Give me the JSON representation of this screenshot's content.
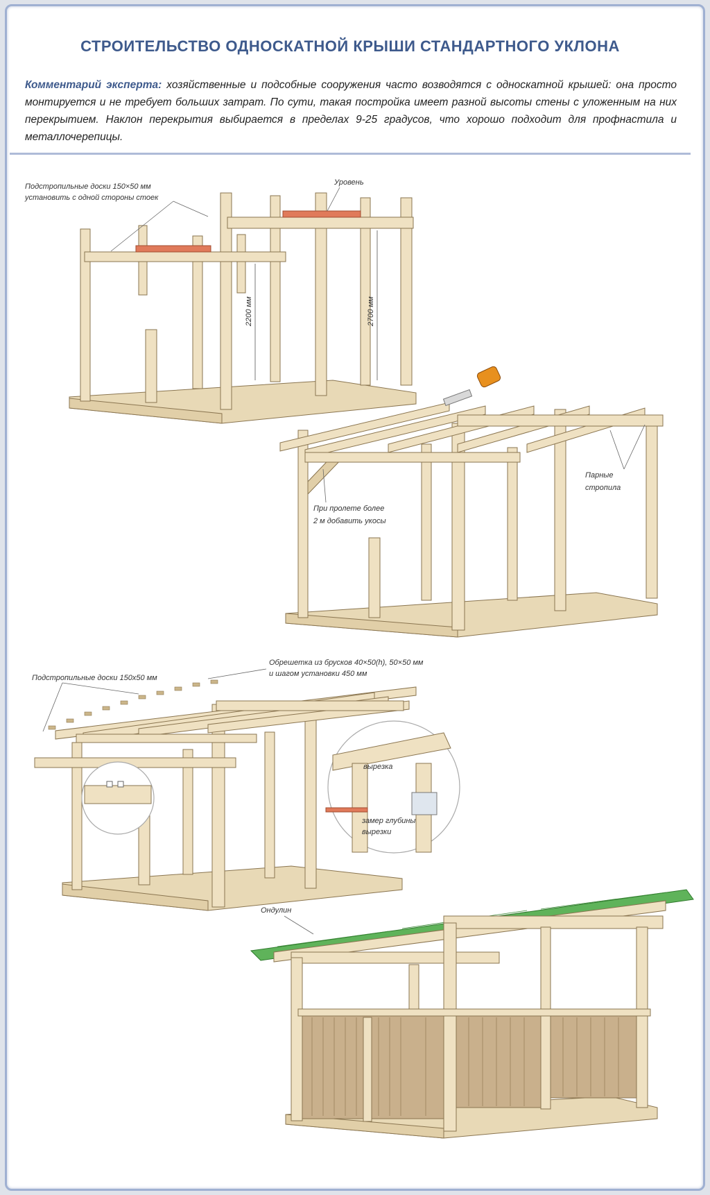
{
  "header": {
    "title": "СТРОИТЕЛЬСТВО ОДНОСКАТНОЙ КРЫШИ СТАНДАРТНОГО УКЛОНА",
    "comment_lead": "Комментарий эксперта:",
    "comment_text": " хозяйственные и подсобные сооружения часто возводятся с односкатной крышей: она просто монтируется и не требует больших затрат. По сути, такая постройка имеет разной высоты стены с уложенным на них перекрытием. Наклон перекрытия выбирается в пределах 9-25 градусов, что хорошо подходит для профнастила и металлочерепицы."
  },
  "step1": {
    "label_boards_line1": "Подстропильные доски 150×50 мм",
    "label_boards_line2": "установить с одной стороны стоек",
    "label_level": "Уровень",
    "dim_low": "2200 мм",
    "dim_high": "2700 мм"
  },
  "step2": {
    "label_braces_line1": "При пролете более",
    "label_braces_line2": "2 м добавить укосы",
    "label_rafters_line1": "Парные",
    "label_rafters_line2": "стропила"
  },
  "step3": {
    "label_boards": "Подстропильные доски 150x50 мм",
    "label_lathing_line1": "Обрешетка из брусков 40×50(h), 50×50 мм",
    "label_lathing_line2": "и шагом установки 450 мм",
    "label_notch": "вырезка",
    "label_depth_line1": "замер глубины",
    "label_depth_line2": "вырезки"
  },
  "step4": {
    "label_ondulin": "Ондулин"
  },
  "colors": {
    "title": "#3e5a8c",
    "wood": "#efe1c2",
    "roof": "#5fb35a",
    "board_highlight": "#e07a5a",
    "tool": "#e8901e"
  }
}
